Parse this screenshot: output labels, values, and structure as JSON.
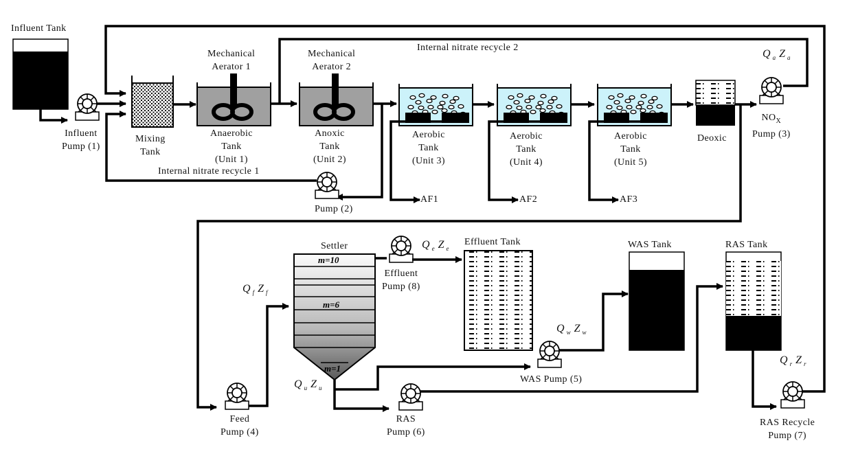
{
  "title": "Activated sludge wastewater treatment process schematic",
  "colors": {
    "line": "#000000",
    "anaerobic_fill": "#a0a0a0",
    "aerobic_fill": "#ccf2fa",
    "tank_fill": "#000000",
    "settler_top": "#f8f8f8",
    "settler_bottom": "#606060"
  },
  "units": {
    "influent_tank": {
      "label": "Influent Tank"
    },
    "influent_pump": {
      "line1": "Influent",
      "line2": "Pump (1)"
    },
    "mixing_tank": {
      "line1": "Mixing",
      "line2": "Tank"
    },
    "aerator1": {
      "line1": "Mechanical",
      "line2": "Aerator 1"
    },
    "aerator2": {
      "line1": "Mechanical",
      "line2": "Aerator 2"
    },
    "anaerobic": {
      "line1": "Anaerobic",
      "line2": "Tank",
      "line3": "(Unit 1)"
    },
    "anoxic": {
      "line1": "Anoxic",
      "line2": "Tank",
      "line3": "(Unit 2)"
    },
    "aerobic3": {
      "line1": "Aerobic",
      "line2": "Tank",
      "line3": "(Unit 3)"
    },
    "aerobic4": {
      "line1": "Aerobic",
      "line2": "Tank",
      "line3": "(Unit 4)"
    },
    "aerobic5": {
      "line1": "Aerobic",
      "line2": "Tank",
      "line3": "(Unit 5)"
    },
    "deoxic": {
      "label": "Deoxic"
    },
    "nox_pump": {
      "line1_main": "NO",
      "line1_sub": "X",
      "line2": "Pump (3)"
    },
    "pump2": {
      "label": "Pump (2)"
    },
    "af1": "AF1",
    "af2": "AF2",
    "af3": "AF3",
    "settler": {
      "label": "Settler",
      "layer_top": "m=10",
      "layer_feed": "m=6",
      "layer_bottom": "m=1"
    },
    "feed_pump": {
      "line1": "Feed",
      "line2": "Pump (4)"
    },
    "effluent_pump": {
      "line1": "Effluent",
      "line2": "Pump (8)"
    },
    "effluent_tank": {
      "label": "Effluent Tank"
    },
    "was_tank": {
      "label": "WAS Tank"
    },
    "was_pump": {
      "label": "WAS Pump (5)"
    },
    "ras_tank": {
      "label": "RAS Tank"
    },
    "ras_pump": {
      "line1": "RAS",
      "line2": "Pump (6)"
    },
    "ras_recycle_pump": {
      "line1": "RAS Recycle",
      "line2": "Pump (7)"
    }
  },
  "streams": {
    "recycle1": "Internal nitrate recycle 1",
    "recycle2": "Internal nitrate recycle 2",
    "qa": {
      "q": "Q",
      "q_sub": "a",
      "z": "Z",
      "z_sub": "a"
    },
    "qf": {
      "q": "Q",
      "q_sub": "f",
      "z": "Z",
      "z_sub": "f"
    },
    "qe": {
      "q": "Q",
      "q_sub": "e",
      "z": "Z",
      "z_sub": "e"
    },
    "qu": {
      "q": "Q",
      "q_sub": "u",
      "z": "Z",
      "z_sub": "u"
    },
    "qw": {
      "q": "Q",
      "q_sub": "w",
      "z": "Z",
      "z_sub": "w"
    },
    "qr": {
      "q": "Q",
      "q_sub": "r",
      "z": "Z",
      "z_sub": "r"
    }
  }
}
